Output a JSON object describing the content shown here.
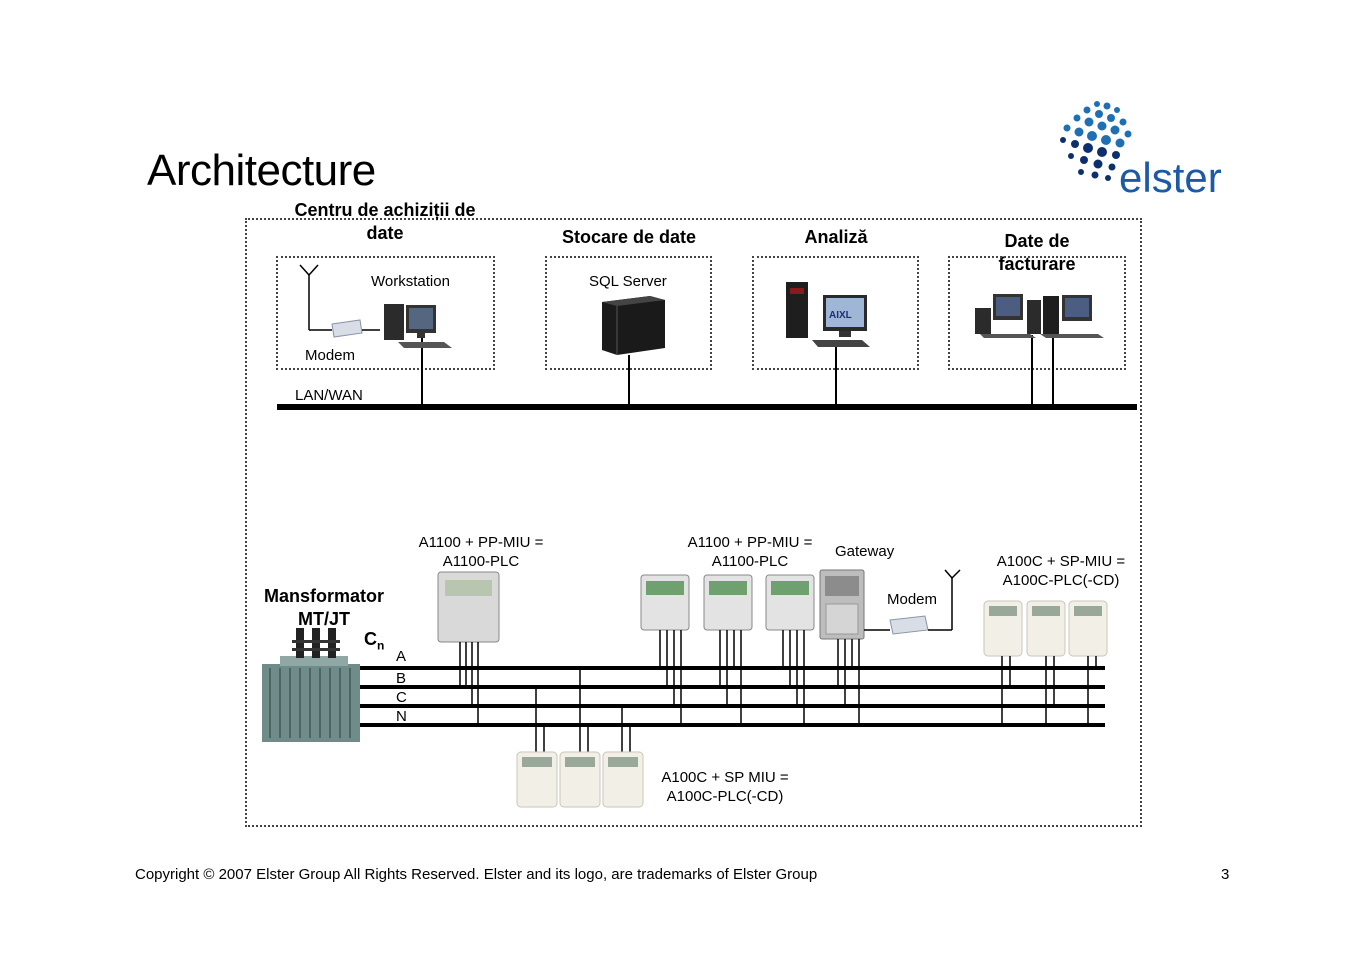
{
  "slide": {
    "title": "Architecture",
    "brand": "elster",
    "colors": {
      "logo_dots": "#1f6fb5",
      "logo_dark": "#0e2f6e",
      "logo_text": "#1c5aa8"
    }
  },
  "sections": {
    "acquisition": {
      "title_line1": "Centru de achiziții de",
      "title_line2": "date",
      "workstation": "Workstation",
      "modem": "Modem"
    },
    "storage": {
      "title": "Stocare de date",
      "server": "SQL Server"
    },
    "analysis": {
      "title": "Analiză",
      "screen_text": "AIXL"
    },
    "billing": {
      "title_line1": "Date de",
      "title_line2": "facturare"
    }
  },
  "network": {
    "lan_label": "LAN/WAN"
  },
  "field": {
    "transformer_line1": "Mansformator",
    "transformer_line2": "MT/JT",
    "cn_main": "C",
    "cn_sub": "n",
    "phases": [
      "A",
      "B",
      "C",
      "N"
    ],
    "group1_line1": "A1100 + PP-MIU =",
    "group1_line2": "A1100-PLC",
    "group2_line1": "A1100 + PP-MIU =",
    "group2_line2": "A1100-PLC",
    "gateway": "Gateway",
    "gateway_modem": "Modem",
    "group3_line1": "A100C + SP-MIU =",
    "group3_line2": "A100C-PLC(-CD)",
    "group4_line1": "A100C + SP MIU =",
    "group4_line2": "A100C-PLC(-CD)"
  },
  "footer": {
    "copyright": "Copyright © 2007 Elster Group All Rights Reserved. Elster and its logo, are trademarks of Elster Group",
    "page": "3"
  }
}
